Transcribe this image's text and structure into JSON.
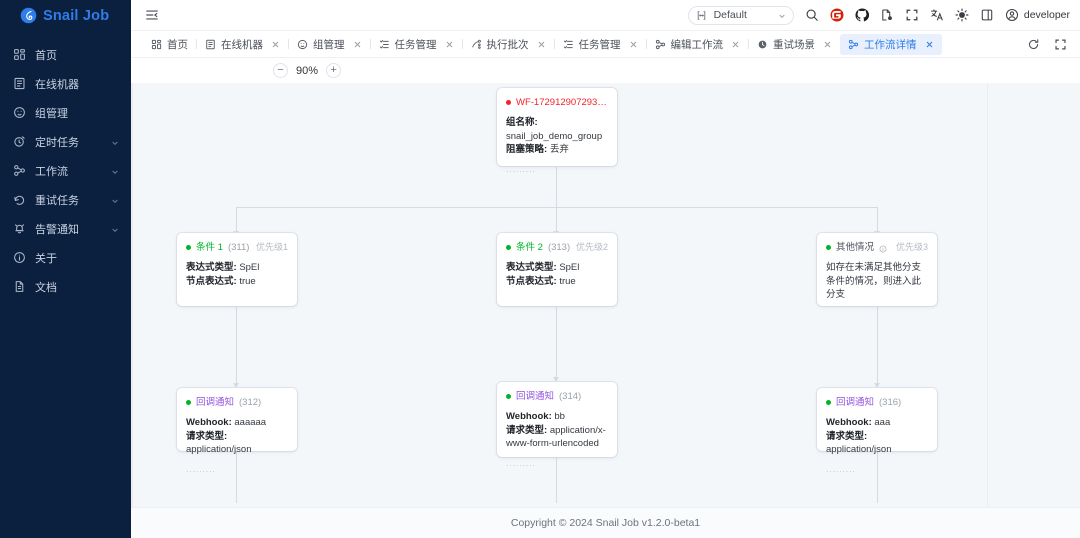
{
  "brand": {
    "name": "Snail Job",
    "logo_icon": "snail-logo-icon"
  },
  "sidebar": {
    "items": [
      {
        "label": "首页",
        "icon": "dashboard-icon",
        "expandable": false
      },
      {
        "label": "在线机器",
        "icon": "server-icon",
        "expandable": false
      },
      {
        "label": "组管理",
        "icon": "group-icon",
        "expandable": false
      },
      {
        "label": "定时任务",
        "icon": "clock-task-icon",
        "expandable": true
      },
      {
        "label": "工作流",
        "icon": "workflow-icon",
        "expandable": true
      },
      {
        "label": "重试任务",
        "icon": "retry-icon",
        "expandable": true
      },
      {
        "label": "告警通知",
        "icon": "bell-alert-icon",
        "expandable": true
      },
      {
        "label": "关于",
        "icon": "info-circle-icon",
        "expandable": false
      },
      {
        "label": "文档",
        "icon": "document-icon",
        "expandable": false
      }
    ]
  },
  "topbar": {
    "collapse_icon": "menu-collapse-icon",
    "workspace": {
      "label": "Default",
      "icon": "workspace-icon",
      "caret": "chevron-down-icon"
    },
    "icons": [
      {
        "name": "search-icon"
      },
      {
        "name": "gitee-icon",
        "color": "#d81e06"
      },
      {
        "name": "github-icon",
        "color": "#1b1f23"
      },
      {
        "name": "book-doc-icon"
      },
      {
        "name": "fullscreen-icon"
      },
      {
        "name": "language-icon"
      },
      {
        "name": "theme-light-icon"
      },
      {
        "name": "layout-icon"
      }
    ],
    "user": {
      "name": "developer",
      "avatar_icon": "user-avatar-icon"
    }
  },
  "tabbar": {
    "tabs": [
      {
        "label": "首页",
        "icon": "dashboard-icon",
        "closable": false,
        "active": false
      },
      {
        "label": "在线机器",
        "icon": "server-icon",
        "closable": true,
        "active": false
      },
      {
        "label": "组管理",
        "icon": "group-icon",
        "closable": true,
        "active": false
      },
      {
        "label": "任务管理",
        "icon": "task-list-icon",
        "closable": true,
        "active": false
      },
      {
        "label": "执行批次",
        "icon": "batch-icon",
        "closable": true,
        "active": false
      },
      {
        "label": "任务管理",
        "icon": "task-list-icon",
        "closable": true,
        "active": false
      },
      {
        "label": "编辑工作流",
        "icon": "workflow-icon",
        "closable": true,
        "active": false
      },
      {
        "label": "重试场景",
        "icon": "scene-icon",
        "closable": true,
        "active": false
      },
      {
        "label": "工作流详情",
        "icon": "workflow-icon",
        "closable": true,
        "active": true
      }
    ],
    "actions": [
      {
        "name": "refresh-icon"
      },
      {
        "name": "fullscreen-icon"
      }
    ]
  },
  "zoom": {
    "minus_label": "−",
    "level": "90%",
    "plus_label": "+"
  },
  "flow": {
    "root": {
      "title": "WF-1729129072934 ...",
      "dot_color": "#f5222d",
      "fields": [
        {
          "key": "组名称:",
          "value": "snail_job_demo_group",
          "wrap": true
        },
        {
          "key": "阻塞策略:",
          "value": "丢弃",
          "wrap": false
        }
      ],
      "ellipsis": "........."
    },
    "conditions": [
      {
        "title": "条件 1",
        "id": "(311)",
        "priority": "优先级1",
        "dot_color": "#00b42a",
        "title_color": "#00b42a",
        "fields": [
          {
            "key": "表达式类型:",
            "value": "SpEl"
          },
          {
            "key": "节点表达式:",
            "value": "true"
          }
        ],
        "ellipsis": ""
      },
      {
        "title": "条件 2",
        "id": "(313)",
        "priority": "优先级2",
        "dot_color": "#00b42a",
        "title_color": "#00b42a",
        "fields": [
          {
            "key": "表达式类型:",
            "value": "SpEl"
          },
          {
            "key": "节点表达式:",
            "value": "true"
          }
        ],
        "ellipsis": ""
      },
      {
        "title": "其他情况",
        "id": "",
        "priority": "优先级3",
        "dot_color": "#00b42a",
        "title_color": "#4e5562",
        "has_info_icon": true,
        "description": "如存在未满足其他分支条件的情况，则进入此分支",
        "fields": [],
        "ellipsis": ""
      }
    ],
    "callbacks": [
      {
        "title": "回调通知",
        "id": "(312)",
        "dot_color": "#00b42a",
        "title_color": "#9254de",
        "fields": [
          {
            "key": "Webhook:",
            "value": "aaaaaa"
          },
          {
            "key": "请求类型:",
            "value": "application/json"
          }
        ],
        "ellipsis": "........."
      },
      {
        "title": "回调通知",
        "id": "(314)",
        "dot_color": "#00b42a",
        "title_color": "#9254de",
        "fields": [
          {
            "key": "Webhook:",
            "value": "bb"
          },
          {
            "key": "请求类型:",
            "value": "application/x-www-form-urlencoded"
          }
        ],
        "ellipsis": "........."
      },
      {
        "title": "回调通知",
        "id": "(316)",
        "dot_color": "#00b42a",
        "title_color": "#9254de",
        "fields": [
          {
            "key": "Webhook:",
            "value": "aaa"
          },
          {
            "key": "请求类型:",
            "value": "application/json"
          }
        ],
        "ellipsis": "........."
      }
    ]
  },
  "footer": {
    "text": "Copyright © 2024 Snail Job v1.2.0-beta1"
  }
}
